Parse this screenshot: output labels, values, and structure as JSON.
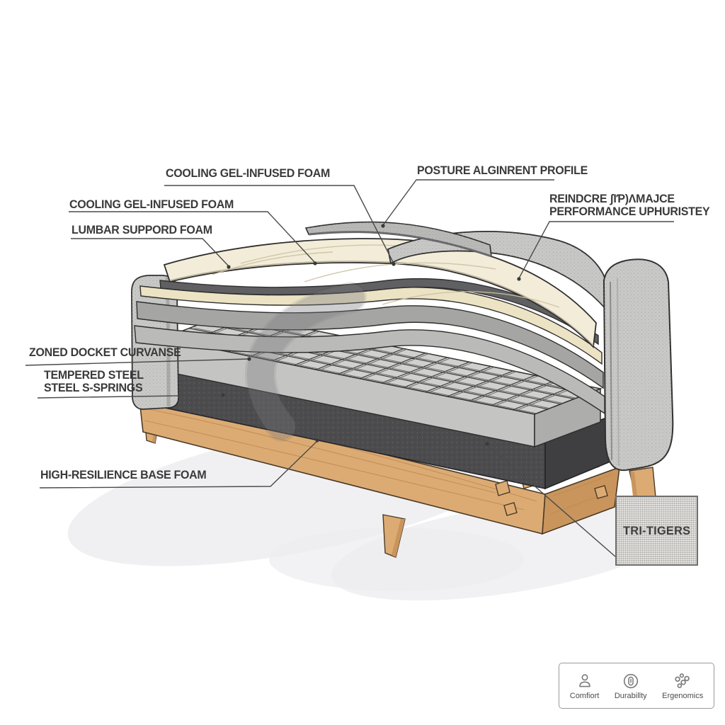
{
  "diagram": {
    "type": "sofa-construction-cutaway",
    "callouts": {
      "cooling_top": "COOLING GEL-INFUSED FOAM",
      "cooling_left": "COOLING GEL-INFUSED FOAM",
      "lumbar": "LUMBAR SUPPORD FOAM",
      "posture": "POSTURE ALGINRENT PROFILE",
      "reinforce_line1": "REINDCRE ʃIƤ)ΛMAJCE",
      "reinforce_line2": "PERFORMANCE UPHURISTEY",
      "zoned": "ZONED DOCKET CURVANSE",
      "tempered_line1": "TEMPERED STEEL",
      "tempered_line2": "STEEL S-SPRINGS",
      "base_foam": "HIGH-RESILIENCE BASE FOAM"
    },
    "fabric_swatch": {
      "label": "TRI-TIGERS"
    },
    "features": {
      "items": [
        {
          "icon": "person-icon",
          "label": "Comfiort"
        },
        {
          "icon": "shield-icon",
          "label": "Durabillty"
        },
        {
          "icon": "dots-cluster-icon",
          "label": "Ergenomics"
        }
      ]
    },
    "colors": {
      "ink": "#3a3a3a",
      "outline": "#2f2f2f",
      "fabric": "#c9c9c7",
      "cream": "#f2ecd8",
      "khaki": "#ece3c4",
      "gray_foam_dark": "#a5a5a3",
      "gray_foam_light": "#babab8",
      "dark_rim": "#606062",
      "spring_face": "#c4c4c2",
      "charcoal": "#4c4c4e",
      "wood": "#dcab74",
      "wood_side": "#c9955c",
      "shadow": "#ebebee"
    }
  }
}
